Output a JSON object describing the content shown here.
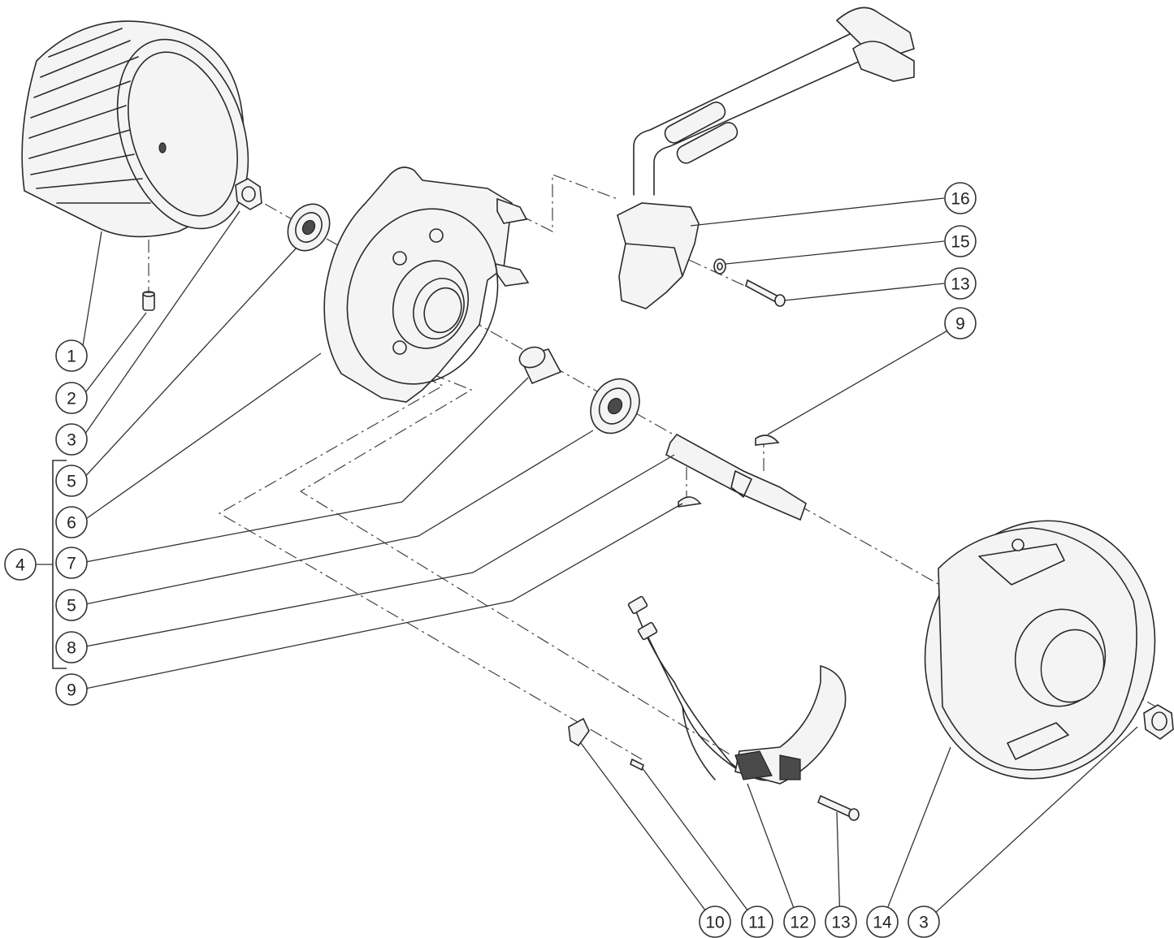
{
  "callouts": [
    {
      "label": "1"
    },
    {
      "label": "2"
    },
    {
      "label": "3"
    },
    {
      "label": "5"
    },
    {
      "label": "6"
    },
    {
      "label": "7"
    },
    {
      "label": "5"
    },
    {
      "label": "8"
    },
    {
      "label": "9"
    },
    {
      "label": "4"
    },
    {
      "label": "16"
    },
    {
      "label": "15"
    },
    {
      "label": "13"
    },
    {
      "label": "9"
    },
    {
      "label": "10"
    },
    {
      "label": "11"
    },
    {
      "label": "12"
    },
    {
      "label": "13"
    },
    {
      "label": "14"
    },
    {
      "label": "3"
    }
  ],
  "colors": {
    "line": "#2a2a2a",
    "background": "#ffffff"
  }
}
